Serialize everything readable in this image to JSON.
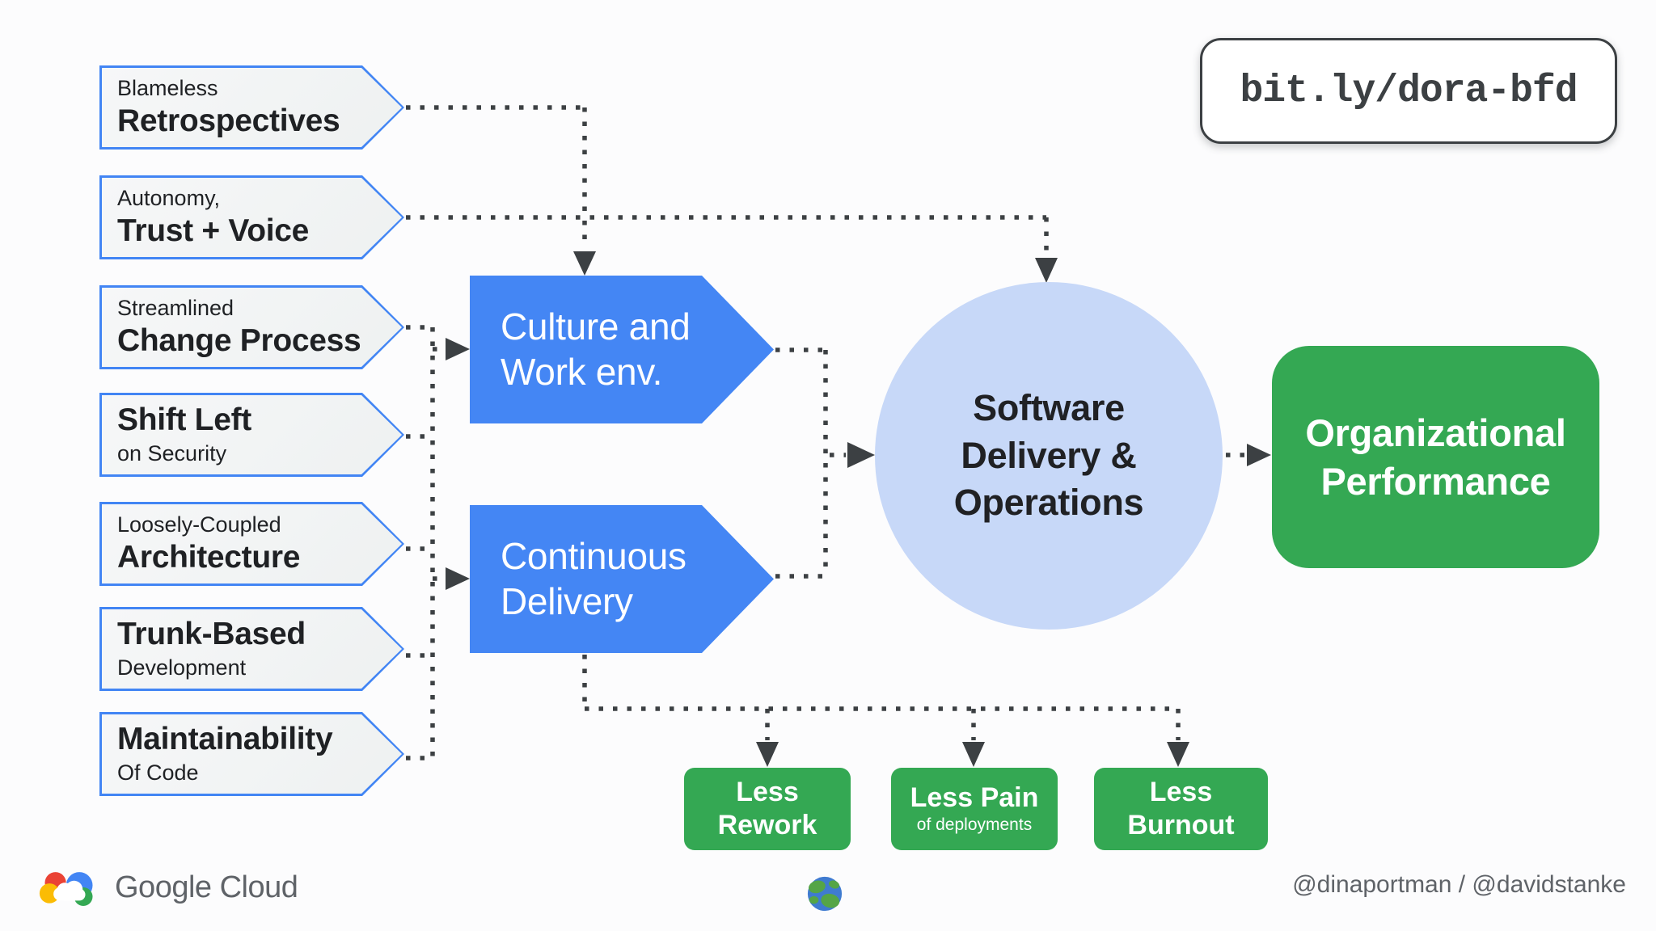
{
  "link_badge": "bit.ly/dora-bfd",
  "capabilities": [
    {
      "line1": "Blameless",
      "line2": "Retrospectives"
    },
    {
      "line1": "Autonomy,",
      "line2": "Trust + Voice"
    },
    {
      "line1": "Streamlined",
      "line2": "Change Process"
    },
    {
      "line1": "Shift Left",
      "line2": "on Security"
    },
    {
      "line1": "Loosely-Coupled",
      "line2": "Architecture"
    },
    {
      "line1": "Trunk-Based",
      "line2": "Development"
    },
    {
      "line1": "Maintainability",
      "line2": "Of Code"
    }
  ],
  "drivers": [
    {
      "lines": [
        "Culture and",
        "Work env."
      ]
    },
    {
      "lines": [
        "Continuous",
        "Delivery"
      ]
    }
  ],
  "hub": {
    "lines": [
      "Software",
      "Delivery &",
      "Operations"
    ]
  },
  "outcome": {
    "lines": [
      "Organizational",
      "Performance"
    ]
  },
  "benefits": [
    {
      "lines": [
        "Less",
        "Rework"
      ]
    },
    {
      "lines": [
        "Less Pain",
        "of deployments"
      ]
    },
    {
      "lines": [
        "Less",
        "Burnout"
      ]
    }
  ],
  "footer": {
    "brand": "Google Cloud",
    "credits": "@dinaportman / @davidstanke"
  },
  "icons": {
    "brand_logo": "google-cloud-logo",
    "globe": "globe-avatar-icon"
  },
  "colors": {
    "driver_blue": "#4486F4",
    "capability_border_blue": "#4285F4",
    "capability_fill": "#F1F3F4",
    "hub_light_blue": "#C7D8F8",
    "outcome_green": "#34A853",
    "connector_gray": "#3C4043",
    "text_dark": "#202124",
    "footer_gray": "#5F6368",
    "badge_bg": "#FFFFFF"
  }
}
